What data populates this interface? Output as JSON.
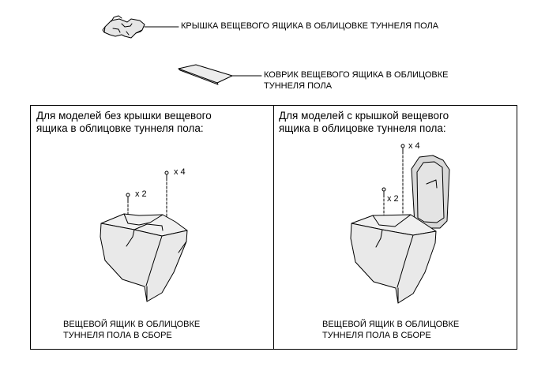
{
  "parts": {
    "lid_label": "КРЫШКА ВЕЩЕВОГО ЯЩИКА В ОБЛИЦОВКЕ ТУННЕЛЯ ПОЛА",
    "mat_label_line1": "КОВРИК ВЕЩЕВОГО ЯЩИКА В ОБЛИЦОВКЕ",
    "mat_label_line2": "ТУННЕЛЯ ПОЛА"
  },
  "left_panel": {
    "title_line1": "Для моделей без крышки вещевого",
    "title_line2": "ящика в облицовке туннеля пола:",
    "qty_small": "x 2",
    "qty_large": "x 4",
    "assembly_line1": "ВЕЩЕВОЙ ЯЩИК В ОБЛИЦОВКЕ",
    "assembly_line2": "ТУННЕЛЯ ПОЛА В СБОРЕ"
  },
  "right_panel": {
    "title_line1": "Для моделей с крышкой вещевого",
    "title_line2": "ящика в облицовке туннеля пола:",
    "qty_large": "x 4",
    "qty_small": "x 2",
    "assembly_line1": "ВЕЩЕВОЙ ЯЩИК В ОБЛИЦОВКЕ",
    "assembly_line2": "ТУННЕЛЯ ПОЛА В СБОРЕ"
  }
}
